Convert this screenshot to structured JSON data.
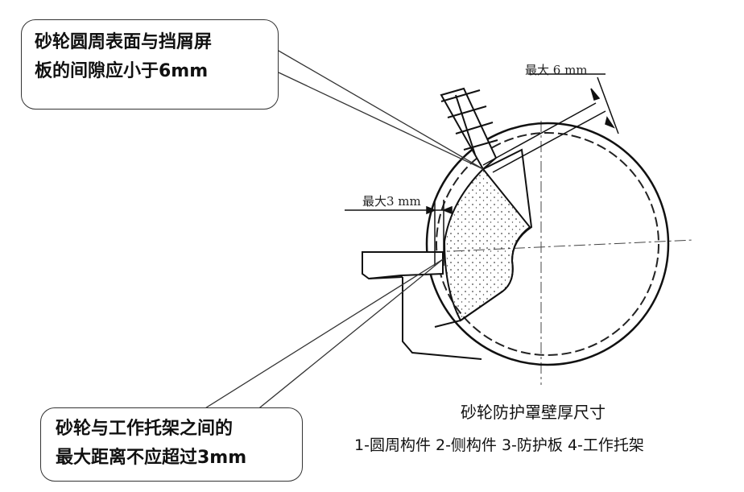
{
  "callouts": {
    "top": {
      "line1": "砂轮圆周表面与挡屑屏",
      "line2": "板的间隙应小于6mm"
    },
    "bottom": {
      "line1": "砂轮与工作托架之间的",
      "line2": "最大距离不应超过3mm"
    }
  },
  "dimensions": {
    "max_6mm": "最大 6 mm",
    "max_3mm": "最大3 mm"
  },
  "caption": {
    "title": "砂轮防护罩壁厚尺寸",
    "legend": "1-圆周构件 2-侧构件 3-防护板 4-工作托架"
  }
}
